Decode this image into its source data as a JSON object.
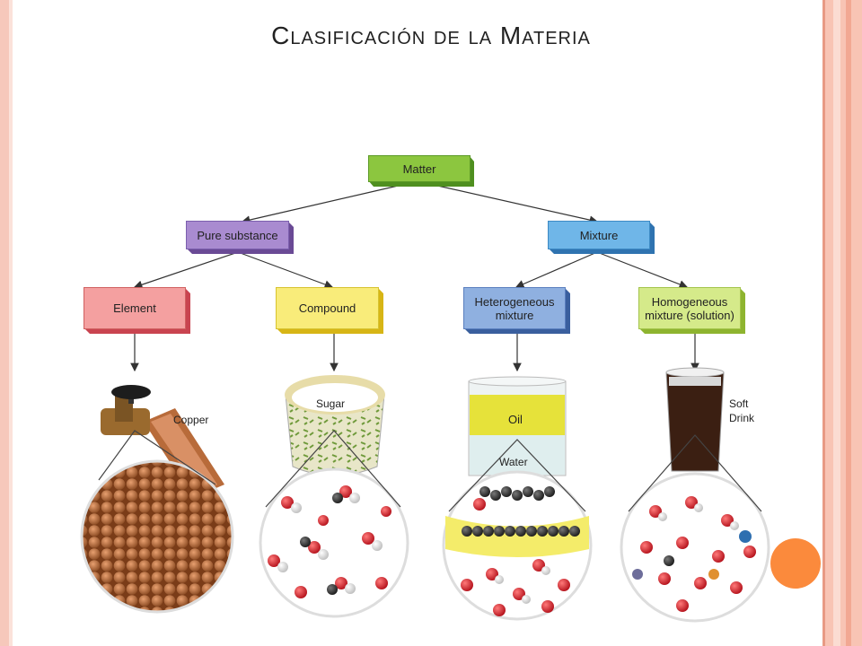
{
  "title": "Clasificación de la Materia",
  "nodes": {
    "matter": "Matter",
    "pure_substance": "Pure substance",
    "mixture": "Mixture",
    "element": "Element",
    "compound": "Compound",
    "heterogeneous": "Heterogeneous mixture",
    "homogeneous": "Homogeneous mixture (solution)"
  },
  "examples": {
    "copper": "Copper",
    "sugar": "Sugar",
    "oil": "Oil",
    "water": "Water",
    "soft_drink": "Soft Drink"
  },
  "colors": {
    "matter": "#8cc63f",
    "pure_substance": "#a98bd0",
    "mixture": "#6fb6e8",
    "element": "#f08a8a",
    "compound": "#f7e35a",
    "heterogeneous": "#7fa2d6",
    "homogeneous": "#c9e27a",
    "accent_orange": "#fb8a3c"
  }
}
